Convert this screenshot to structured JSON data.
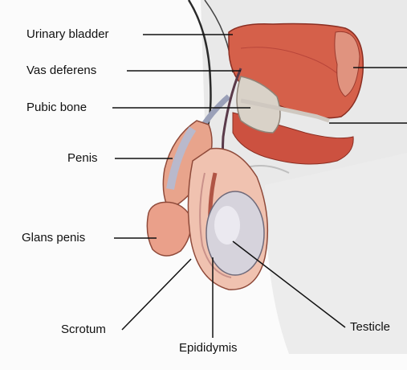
{
  "diagram": {
    "labels": {
      "urinary_bladder": "Urinary bladder",
      "vas_deferens": "Vas deferens",
      "pubic_bone": "Pubic bone",
      "penis": "Penis",
      "glans_penis": "Glans penis",
      "scrotum": "Scrotum",
      "epididymis": "Epididymis",
      "testicle": "Testicle"
    },
    "colors": {
      "muscle": "#d5604a",
      "muscle_dark": "#a8392b",
      "skin": "#e8a48c",
      "bone": "#d9d2c8",
      "testicle": "#d6d3dc",
      "background_tissue": "#e6e6e6",
      "leader_line": "#111111"
    }
  }
}
